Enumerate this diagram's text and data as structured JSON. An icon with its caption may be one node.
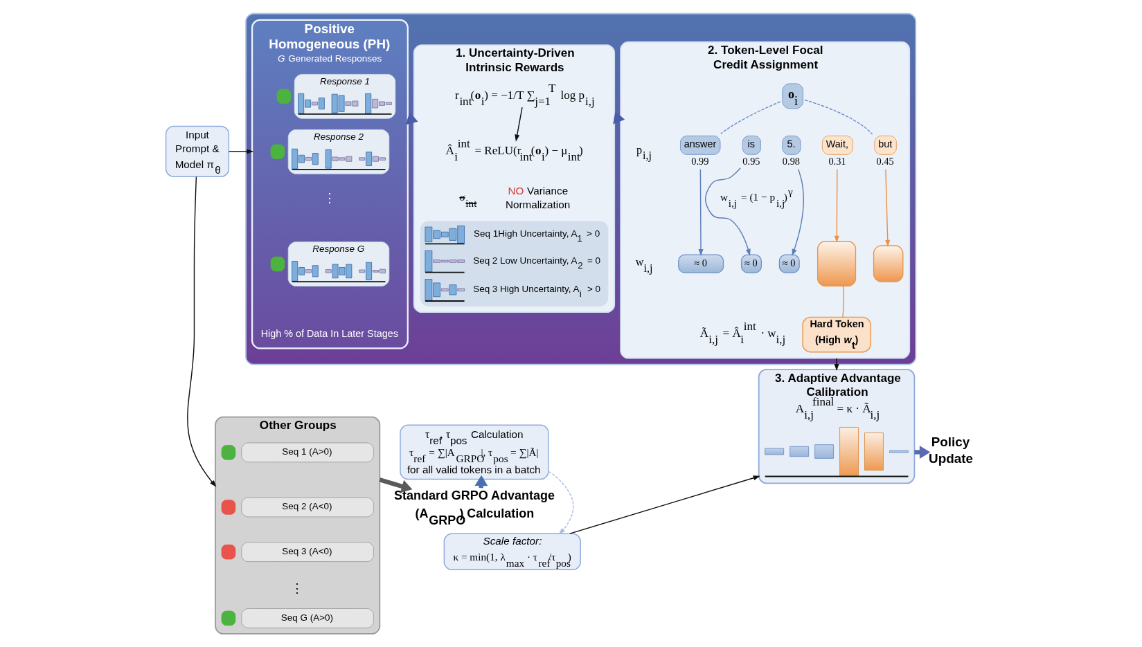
{
  "diagram": {
    "nodes": [
      {
        "text": [
          "Input Prompt & Model π$_{θ}$"
        ]
      },
      {
        "text": [],
        "shape": "box"
      },
      {
        "text": [
          "Positive Homogeneous (PH)",
          "*G* Generated Responses",
          "High % of Data In Later Stages"
        ],
        "in": 1
      },
      {
        "text": [
          "Response 1"
        ],
        "in": 2
      },
      {
        "text": [
          "Response 2"
        ],
        "in": 2
      },
      {
        "text": [
          "Response G"
        ],
        "in": 2
      },
      {
        "text": [
          "1. Uncertainty-Driven Intrinsic Rewards",
          "σ$_{int}$",
          "NO Variance Normalization"
        ],
        "in": 1
      },
      {
        "text": [
          "r$_{int}$(**o**$_{i}$) = −1/T ∑$_{j=1}$$^{T}$ log p$_{i,j}$"
        ],
        "in": 6
      },
      {
        "text": [
          "Â$_{i}$$^{int}$ = ReLU(r$_{int}$(**o**$_{i}$) − μ$_{int}$)"
        ],
        "in": 6
      },
      {
        "text": [
          "Seq 1High Uncertainty, A$_{1}$ > 0",
          "Seq 2 Low Uncertainty, A$_{2}$ = 0",
          "Seq 3 High Uncertainty, A$_{i}$ > 0"
        ],
        "in": 6
      },
      {
        "text": [
          "2. Token-Level Focal Credit Assignment"
        ],
        "in": 1
      },
      {
        "text": [
          "**o**$_{i}$"
        ],
        "in": 10
      },
      {
        "text": [
          "answer"
        ],
        "beside": [
          "0.99"
        ],
        "in": 10
      },
      {
        "text": [
          "is"
        ],
        "beside": [
          "0.95"
        ],
        "in": 10
      },
      {
        "text": [
          "5."
        ],
        "beside": [
          "0.98"
        ],
        "in": 10
      },
      {
        "text": [
          "Wait,"
        ],
        "beside": [
          "0.31"
        ],
        "in": 10
      },
      {
        "text": [
          "but"
        ],
        "beside": [
          "0.45"
        ],
        "in": 10
      },
      {
        "text": [
          "≈ 0"
        ],
        "in": 10
      },
      {
        "text": [
          "≈ 0"
        ],
        "in": 10
      },
      {
        "text": [
          "≈ 0"
        ],
        "in": 10
      },
      {
        "text": [],
        "shape": "bar",
        "in": 10
      },
      {
        "text": [],
        "shape": "bar",
        "in": 10
      },
      {
        "text": [
          "Hard Token (High *w*$_{t}$)"
        ],
        "in": 10
      },
      {
        "text": [
          "Other Groups"
        ]
      },
      {
        "text": [
          "Seq 1 (A>0)"
        ],
        "in": 23
      },
      {
        "text": [
          "Seq 2 (A<0)"
        ],
        "in": 23
      },
      {
        "text": [
          "Seq 3 (A<0)"
        ],
        "in": 23
      },
      {
        "text": [
          "Seq G (A>0)"
        ],
        "in": 23
      },
      {
        "text": [
          "τ$_{ref}$, τ$_{pos}$ Calculation",
          "τ$_{ref}$ = ∑|A$_{GRPO}$|, τ$_{pos}$ = ∑|Ã|",
          "for all valid tokens in a batch"
        ]
      },
      {
        "text": [
          "Standard GRPO Advantage (A$_{GRPO}$) Calculation"
        ]
      },
      {
        "text": [
          "Scale factor:",
          "κ = min(1, λ$_{max}$ · τ$_{ref}$/τ$_{pos}$)"
        ]
      },
      {
        "text": [
          "3. Adaptive Advantage Calibration",
          "A$_{i,j}$$^{final}$ = κ · Ã$_{i,j}$"
        ]
      },
      {
        "text": [],
        "shape": "picture",
        "in": 31
      },
      {
        "text": [
          "Policy Update"
        ]
      }
    ],
    "edges": [
      {
        "from": 0,
        "to": 2,
        "arrow": "to"
      },
      {
        "from": 0,
        "to": 23,
        "arrow": "to"
      },
      {
        "from": 2,
        "to": 6,
        "arrow": "to",
        "style": "thick",
        "color": "#4b5ba8"
      },
      {
        "from": 6,
        "to": 10,
        "arrow": "to",
        "style": "thick",
        "color": "#4b5ba8"
      },
      {
        "from": 7,
        "to": 8,
        "arrow": "to"
      },
      {
        "from": 11,
        "to": 12,
        "arrow": "none",
        "style": "dashed",
        "color": "#6e8fca"
      },
      {
        "from": 11,
        "to": 16,
        "arrow": "none",
        "style": "dashed",
        "color": "#6e8fca"
      },
      {
        "from": 12,
        "to": 17,
        "arrow": "to",
        "color": "#5b7fb8"
      },
      {
        "from": 13,
        "to": 18,
        "arrow": "to",
        "color": "#5b7fb8"
      },
      {
        "from": 14,
        "to": 19,
        "arrow": "to",
        "color": "#5b7fb8"
      },
      {
        "from": 15,
        "to": 20,
        "arrow": "to",
        "color": "#ec9245"
      },
      {
        "from": 16,
        "to": 21,
        "arrow": "to",
        "color": "#ec9245"
      },
      {
        "from": 22,
        "to": 20,
        "arrow": "none",
        "color": "#ec9245"
      },
      {
        "from": 10,
        "to": 31,
        "arrow": "to"
      },
      {
        "from": 23,
        "to": 29,
        "arrow": "to",
        "style": "thick",
        "color": "#5a5a5a"
      },
      {
        "from": 29,
        "to": 28,
        "arrow": "to",
        "style": "thick",
        "color": "#4a6fb0"
      },
      {
        "from": 28,
        "to": 30,
        "arrow": "to",
        "style": "dashed",
        "color": "#a9bfe3"
      },
      {
        "from": 30,
        "to": 31,
        "arrow": "to"
      },
      {
        "from": 31,
        "to": 33,
        "arrow": "to",
        "style": "thick",
        "color": "#5b68b2"
      }
    ],
    "labels": [
      "⋮",
      "p$_{i,j}$",
      "w$_{i,j}$ = (1 − p$_{i,j}$)$^{γ}$",
      "w$_{i,j}$",
      "Ã$_{i,j}$ = Â$_{i}$$^{int}$ · w$_{i,j}$",
      "⋮"
    ]
  }
}
